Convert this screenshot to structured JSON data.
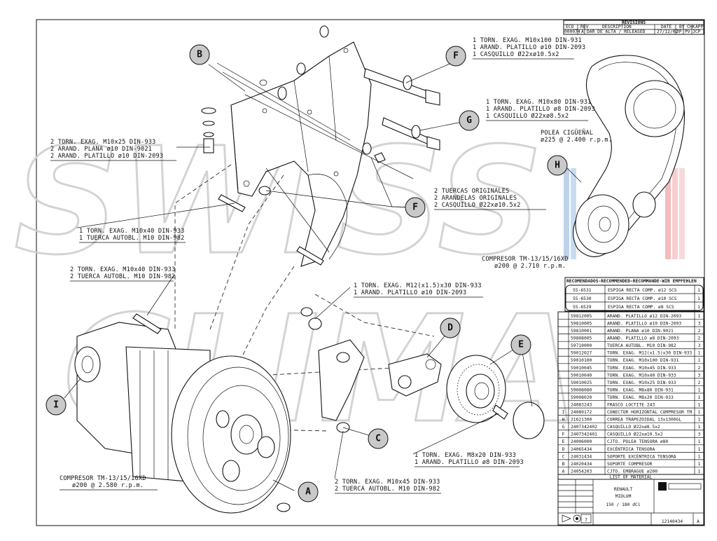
{
  "watermark": {
    "line1": "SWISS",
    "line2": "CLIMA"
  },
  "balloons": [
    {
      "id": "B",
      "label": "B"
    },
    {
      "id": "F1",
      "label": "F"
    },
    {
      "id": "G",
      "label": "G"
    },
    {
      "id": "F2",
      "label": "F"
    },
    {
      "id": "H",
      "label": "H"
    },
    {
      "id": "D",
      "label": "D"
    },
    {
      "id": "E",
      "label": "E"
    },
    {
      "id": "I",
      "label": "I"
    },
    {
      "id": "C",
      "label": "C"
    },
    {
      "id": "A",
      "label": "A"
    }
  ],
  "notes": {
    "f_top": [
      "1 TORN. EXAG. M10x100 DIN-931",
      "1 ARAND. PLATILLO ø10 DIN-2093",
      "1 CASQUILLO Ø22xø10.5x2"
    ],
    "g": [
      "1 TORN. EXAG. M10x80 DIN-931",
      "1 ARAND. PLATILLO ø8 DIN-2093",
      "1 CASQUILLO Ø22xø8.5x2"
    ],
    "pulley": [
      "POLEA CIGÜEÑAL",
      "ø225 @ 2.400 r.p.m."
    ],
    "left_bolt": [
      "2 TORN. EXAG. M10x25 DIN-933",
      "2 ARAND. PLANA ø10 DIN-9021",
      "2 ARAND. PLATILLO ø10 DIN-2093"
    ],
    "f_mid": [
      "2 TUERCAS ORIGINALES",
      "2 ARANDELAS ORIGINALES",
      "2 CASQUILLO Ø22xø10.5x2"
    ],
    "m10x40_a": [
      "1 TORN. EXAG. M10x40 DIN-933",
      "1 TUERCA AUTOBL. M10 DIN-982"
    ],
    "compressor_right": [
      "COMPRESOR TM-13/15/16XD",
      "ø200 @ 2.710 r.p.m."
    ],
    "m10x40_b": [
      "2 TORN. EXAG. M10x40 DIN-933",
      "2 TUERCA AUTOBL. M10 DIN-982"
    ],
    "m12": [
      "1 TORN. EXAG. M12(x1.5)x30 DIN-933",
      "1 ARAND. PLATILLO ø10 DIN-2093"
    ],
    "m8x20": [
      "1 TORN. EXAG. M8x20 DIN-933",
      "1 ARAND. PLATILLO ø8 DIN-2093"
    ],
    "compressor_left": [
      "COMPRESOR TM-13/15/16XD",
      "ø200 @ 2.580 r.p.m."
    ],
    "m10x45": [
      "2 TORN. EXAG. M10x45 DIN-933",
      "2 TUERCA AUTOBL. M10 DIN-982"
    ]
  },
  "revisions": {
    "title": "REVISIONS",
    "headers": [
      "ECO",
      "REV",
      "DESCRIPTION",
      "DATE",
      "BY",
      "CHK",
      "APP"
    ],
    "row": [
      "000074",
      "A",
      "DAR DE ALTA / RELEASED",
      "27/12/02",
      "JP",
      "PV",
      "JCP"
    ]
  },
  "recommended": {
    "title": "RECOMENDADOS-RECOMMENDED-RECOMMANDE-WIR EMPFEHLEN",
    "rows": [
      {
        "code": "55-6531",
        "desc": "ESPIGA RECTA COMP. ø12 SCS",
        "qty": "1"
      },
      {
        "code": "55-6530",
        "desc": "ESPIGA RECTA COMP. ø10 SCS",
        "qty": "1"
      },
      {
        "code": "55-6529",
        "desc": "ESPIGA RECTA COMP. ø8 SCS",
        "qty": "1"
      }
    ]
  },
  "bom": {
    "rows": [
      {
        "item": "",
        "code": "59812005",
        "desc": "ARAND. PLATILLO ø12 DIN-2093",
        "qty": "1"
      },
      {
        "item": "",
        "code": "59810005",
        "desc": "ARAND. PLATILLO ø10 DIN-2093",
        "qty": "3"
      },
      {
        "item": "",
        "code": "59810001",
        "desc": "ARAND. PLANA ø10 DIN-9021",
        "qty": "2"
      },
      {
        "item": "",
        "code": "59808005",
        "desc": "ARAND. PLATILLO ø8 DIN-2093",
        "qty": "2"
      },
      {
        "item": "",
        "code": "59710000",
        "desc": "TUERCA AUTOBL. M10 DIN-982",
        "qty": "3"
      },
      {
        "item": "",
        "code": "59012027",
        "desc": "TORN. EXAG. M12(x1.5)x30 DIN-933",
        "qty": "1"
      },
      {
        "item": "",
        "code": "59010100",
        "desc": "TORN. EXAG. M10x100 DIN-931",
        "qty": "1"
      },
      {
        "item": "",
        "code": "59010045",
        "desc": "TORN. EXAG. M10x45 DIN-933",
        "qty": "2"
      },
      {
        "item": "",
        "code": "59010040",
        "desc": "TORN. EXAG. M10x40 DIN-933",
        "qty": "3"
      },
      {
        "item": "",
        "code": "59010025",
        "desc": "TORN. EXAG. M10x25 DIN-933",
        "qty": "2"
      },
      {
        "item": "",
        "code": "59008080",
        "desc": "TORN. EXAG. M8x80 DIN-931",
        "qty": "1"
      },
      {
        "item": "",
        "code": "59008020",
        "desc": "TORN. EXAG. M8x20 DIN-933",
        "qty": "1"
      },
      {
        "item": "",
        "code": "24083243",
        "desc": "FRASCO LOCTITE 243",
        "qty": "1"
      },
      {
        "item": "I",
        "code": "24089172",
        "desc": "CONECTOR HORIZONTAL COMPRESOR TM",
        "qty": "1"
      },
      {
        "item": "H",
        "code": "21621300",
        "desc": "CORREA TRAPEZOIDAL 13x1300GL",
        "qty": "1"
      },
      {
        "item": "G",
        "code": "2407342402",
        "desc": "CASQUILLO Ø22xø8.5x2",
        "qty": "1"
      },
      {
        "item": "F",
        "code": "2407342401",
        "desc": "CASQUILLO Ø22xø10.5x2",
        "qty": "3"
      },
      {
        "item": "E",
        "code": "24006000",
        "desc": "CJTO. POLEA TENSORA ø80",
        "qty": "1"
      },
      {
        "item": "D",
        "code": "24065434",
        "desc": "EXCÉNTRICA TENSORA",
        "qty": "1"
      },
      {
        "item": "C",
        "code": "24031434",
        "desc": "SOPORTE EXCÉNTRICA TENSORA",
        "qty": "1"
      },
      {
        "item": "B",
        "code": "24020434",
        "desc": "SOPORTE COMPRESOR",
        "qty": "1"
      },
      {
        "item": "A",
        "code": "24054203",
        "desc": "CJTO. EMBRAGUE ø200",
        "qty": "1"
      }
    ],
    "footer": "LIST OF MATERIAL"
  },
  "title_block": {
    "brand": "RENAULT",
    "model": "MIDLUM",
    "variant": "150 / 180 dCi",
    "drawing_number": "12140434",
    "rev": "A",
    "sheet": "7"
  }
}
